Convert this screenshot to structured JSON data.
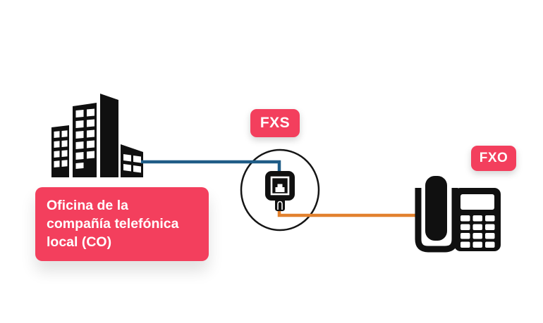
{
  "diagram": {
    "background": "#ffffff",
    "accent_pink": "#f33f5d",
    "line_blue": "#1f5c87",
    "line_orange": "#e2812e",
    "icon_black": "#101010",
    "co_office": {
      "icon": "office-buildings-icon",
      "label_lines": [
        "Oficina de la",
        "compañía telefónica",
        "local (CO)"
      ]
    },
    "fxs_badge": "FXS",
    "fxo_badge": "FXO",
    "wall_jack": {
      "icon": "phone-wall-jack-icon"
    },
    "phone": {
      "icon": "desk-phone-icon"
    }
  }
}
